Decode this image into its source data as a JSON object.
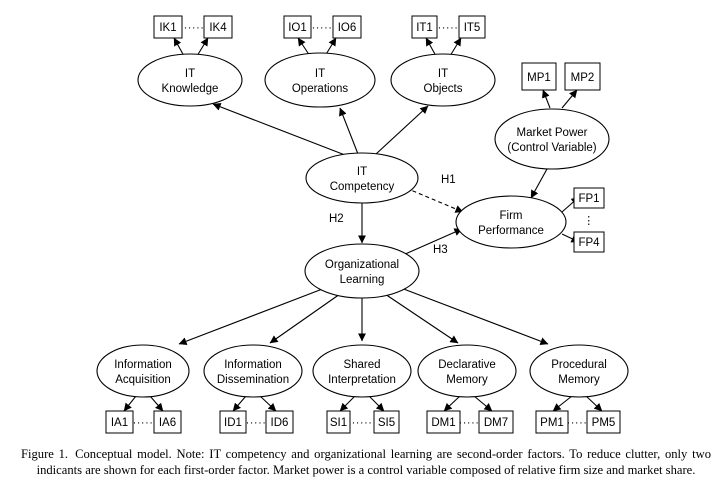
{
  "diagram": {
    "nodes": {
      "it_knowledge": {
        "lines": [
          "IT",
          "Knowledge"
        ]
      },
      "it_operations": {
        "lines": [
          "IT",
          "Operations"
        ]
      },
      "it_objects": {
        "lines": [
          "IT",
          "Objects"
        ]
      },
      "it_competency": {
        "lines": [
          "IT",
          "Competency"
        ]
      },
      "market_power": {
        "lines": [
          "Market Power",
          "(Control Variable)"
        ]
      },
      "firm_performance": {
        "lines": [
          "Firm",
          "Performance"
        ]
      },
      "organizational_learning": {
        "lines": [
          "Organizational",
          "Learning"
        ]
      },
      "information_acquisition": {
        "lines": [
          "Information",
          "Acquisition"
        ]
      },
      "information_dissemination": {
        "lines": [
          "Information",
          "Dissemination"
        ]
      },
      "shared_interpretation": {
        "lines": [
          "Shared",
          "Interpretation"
        ]
      },
      "declarative_memory": {
        "lines": [
          "Declarative",
          "Memory"
        ]
      },
      "procedural_memory": {
        "lines": [
          "Procedural",
          "Memory"
        ]
      }
    },
    "indicators": {
      "IK1": "IK1",
      "IK4": "IK4",
      "IO1": "IO1",
      "IO6": "IO6",
      "IT1": "IT1",
      "IT5": "IT5",
      "MP1": "MP1",
      "MP2": "MP2",
      "FP1": "FP1",
      "FP4": "FP4",
      "IA1": "IA1",
      "IA6": "IA6",
      "ID1": "ID1",
      "ID6": "ID6",
      "SI1": "SI1",
      "SI5": "SI5",
      "DM1": "DM1",
      "DM7": "DM7",
      "PM1": "PM1",
      "PM5": "PM5"
    },
    "dots_horizontal": "·····",
    "dots_vertical": "⋮",
    "hypotheses": {
      "h1": "H1",
      "h2": "H2",
      "h3": "H3"
    }
  },
  "caption": {
    "figure_number": "Figure 1.",
    "text": "Conceptual model. Note: IT competency and organizational learning are second-order factors. To reduce clutter, only two indicants are shown for each first-order factor. Market power is a control variable composed of relative firm size and market share."
  }
}
